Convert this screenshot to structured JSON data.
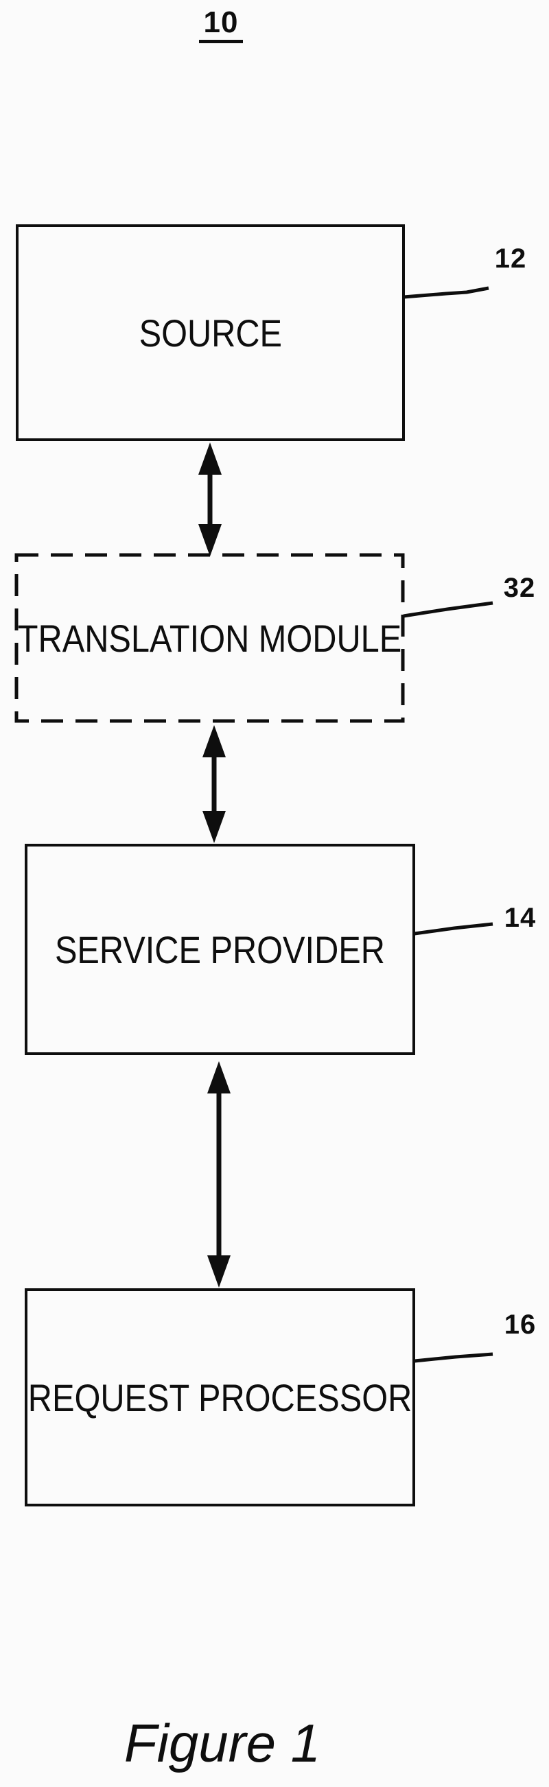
{
  "colors": {
    "background": "#fbfbfb",
    "ink": "#0e0e0e"
  },
  "figure": {
    "diagram_number": "10",
    "caption": "Figure 1",
    "nodes": [
      {
        "id": "source",
        "label": "SOURCE",
        "ref": "12",
        "border": "solid"
      },
      {
        "id": "translation-module",
        "label": "TRANSLATION MODULE",
        "ref": "32",
        "border": "dashed"
      },
      {
        "id": "service-provider",
        "label": "SERVICE PROVIDER",
        "ref": "14",
        "border": "solid"
      },
      {
        "id": "request-processor",
        "label": "REQUEST PROCESSOR",
        "ref": "16",
        "border": "solid"
      }
    ],
    "connectors": [
      {
        "from": "source",
        "to": "translation-module",
        "type": "bidirectional-arrow"
      },
      {
        "from": "translation-module",
        "to": "service-provider",
        "type": "bidirectional-arrow"
      },
      {
        "from": "service-provider",
        "to": "request-processor",
        "type": "bidirectional-arrow"
      }
    ]
  }
}
